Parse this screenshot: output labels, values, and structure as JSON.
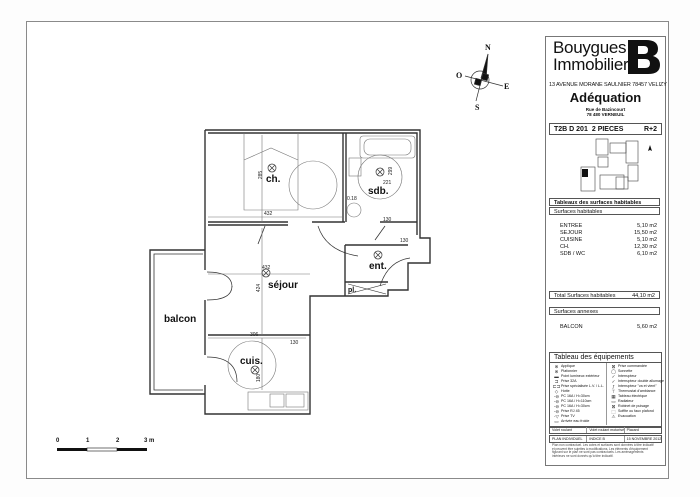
{
  "cartouche": {
    "logo_line1": "Bouygues",
    "logo_line2": "Immobilier",
    "address": "13 AVENUE MORANE SAULNIER 78457 VELIZY",
    "program_name": "Adéquation",
    "street_line1": "Rue de Bazincourt",
    "street_line2": "78 480 VERNEUIL",
    "lot": "T2B D 201",
    "type": "2 PIECES",
    "floor": "R+2"
  },
  "surfaces": {
    "title": "Tableaux des surfaces habitables",
    "subtitle": "Surfaces habitables",
    "rows": [
      {
        "label": "ENTREE",
        "value": "5,10 m2"
      },
      {
        "label": "SEJOUR",
        "value": "15,50 m2"
      },
      {
        "label": "CUISINE",
        "value": "5,10 m2"
      },
      {
        "label": "CH.",
        "value": "12,30 m2"
      },
      {
        "label": "SDB / WC",
        "value": "6,10 m2"
      }
    ],
    "total_label": "Total Surfaces habitables",
    "total_value": "44,10 m2",
    "annex_title": "Surfaces annexes",
    "annex_rows": [
      {
        "label": "BALCON",
        "value": "5,60 m2"
      }
    ]
  },
  "equipment": {
    "title": "Tableau des équipements",
    "left": [
      {
        "symbol": "⊗",
        "label": "Applique"
      },
      {
        "symbol": "⊗",
        "label": "Plafonnier"
      },
      {
        "symbol": "▬",
        "label": "Point lumineux extérieur"
      },
      {
        "symbol": "⊐",
        "label": "Prise 32A"
      },
      {
        "symbol": "⊏⊐",
        "label": "Prise spécialisée L.V. / L.L."
      },
      {
        "symbol": "◇",
        "label": "Hotte"
      },
      {
        "symbol": "-⊖",
        "label": "PC 16A / H=30cm"
      },
      {
        "symbol": "-⊖",
        "label": "PC 16A / H=110cm"
      },
      {
        "symbol": "-⊖",
        "label": "PC 16A / H=30cm"
      },
      {
        "symbol": "-⊖",
        "label": "Prise RJ 45"
      },
      {
        "symbol": "-▽",
        "label": "Prise TV"
      },
      {
        "symbol": "▭",
        "label": "Arrivée eau froide"
      }
    ],
    "right": [
      {
        "symbol": "⊠",
        "label": "Prise commandée"
      },
      {
        "symbol": "◯",
        "label": "Sonnette"
      },
      {
        "symbol": "✓",
        "label": "Interrupteur"
      },
      {
        "symbol": "✓",
        "label": "Interrupteur double allumage"
      },
      {
        "symbol": "ƒ",
        "label": "Interrupteur \"va et vient\""
      },
      {
        "symbol": "⊤",
        "label": "Thermostat d'ambiance"
      },
      {
        "symbol": "▦",
        "label": "Tableau électrique"
      },
      {
        "symbol": "▭",
        "label": "Radiateur"
      },
      {
        "symbol": "⊠",
        "label": "Robinet de puisage"
      },
      {
        "symbol": "⬚",
        "label": "Soffite ou faux plafond"
      },
      {
        "symbol": "⚠",
        "label": "Evacuation"
      }
    ],
    "footer": [
      "Volet roulant",
      "Volet roulant motorisé",
      "Placard"
    ]
  },
  "footer": {
    "plan_label": "PLAN INDIVIDUEL",
    "index": "INDICE B",
    "date": "15 NOVEMBRE 2012",
    "notes": "Plan non contractuel. Les cotes et surfaces sont données à titre indicatif et peuvent être sujettes à modifications. Les éléments d'équipement figurant sur le plan ne sont pas contractuels. Les aménagements intérieurs ne sont donnés qu'à titre indicatif."
  },
  "compass": {
    "n": "N",
    "s": "S",
    "e": "E",
    "o": "O"
  },
  "rooms": {
    "chambre": "ch.",
    "sdb": "sdb.",
    "sejour": "séjour",
    "entree": "ent.",
    "placard": "pl.",
    "cuisine": "cuis.",
    "balcon": "balcon"
  },
  "dimensions": {
    "ch_width": "432",
    "ch_height": "285",
    "sdb_w": "221",
    "sdb_h": "299",
    "sej_width": "432",
    "sej_height": "424",
    "cuis_width": "306",
    "cuis_height": "180",
    "door1": "130",
    "door2": "130",
    "door3": "130",
    "wc_dim": "0.18"
  },
  "scale": {
    "labels": [
      "0",
      "1",
      "2",
      "3 m"
    ]
  }
}
